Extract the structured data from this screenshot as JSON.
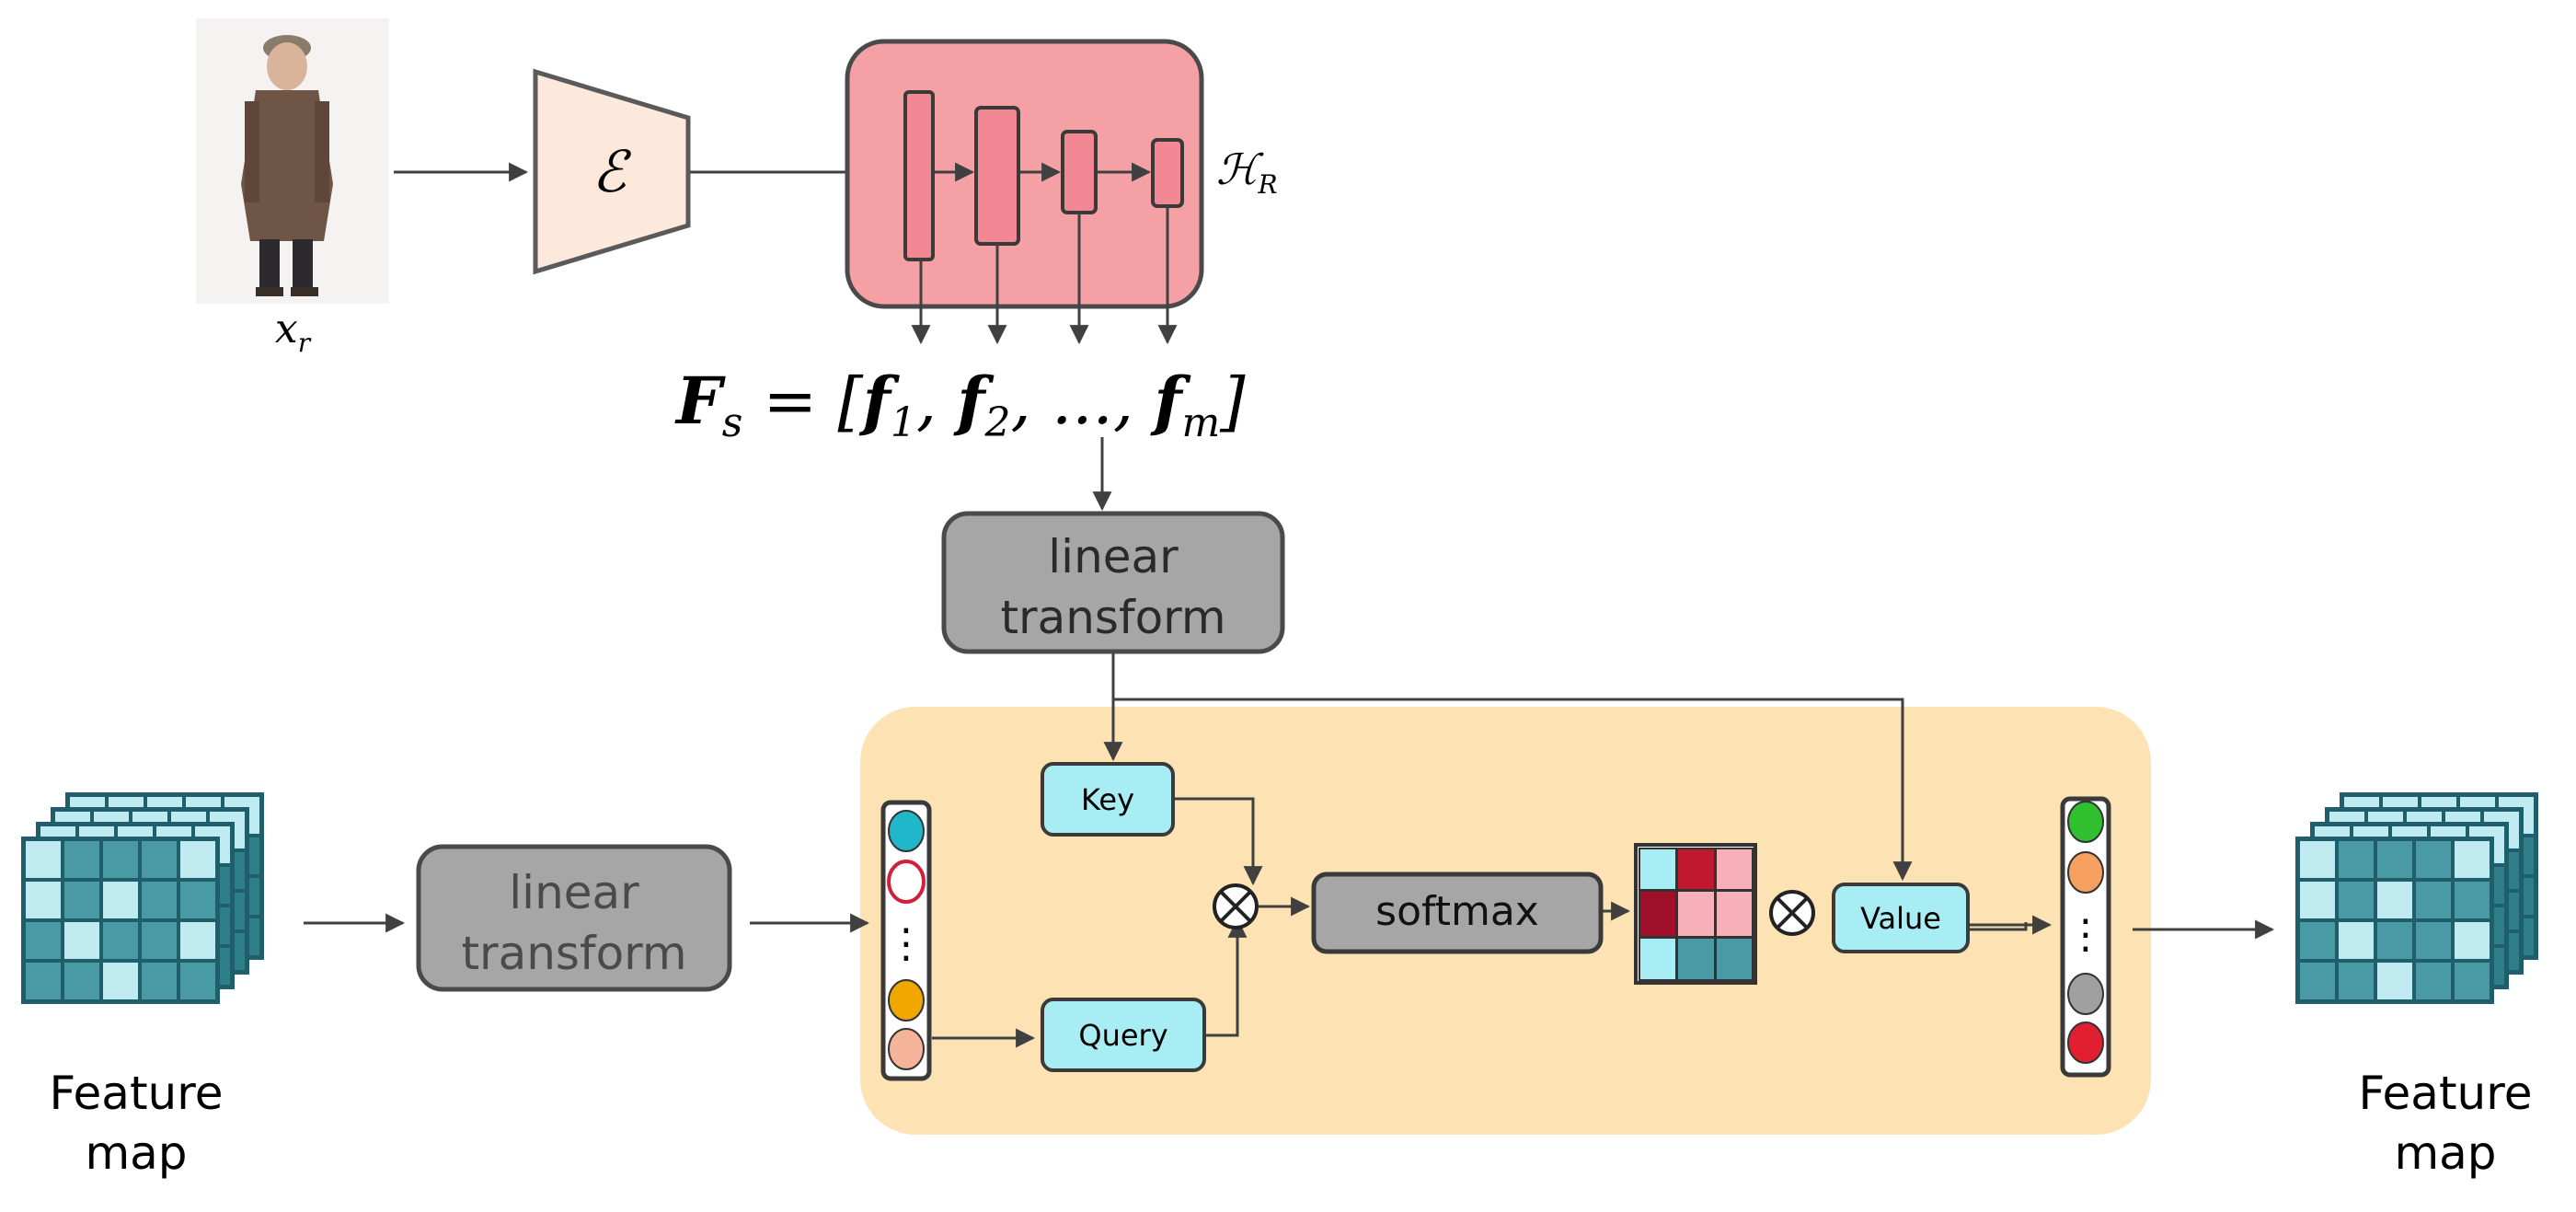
{
  "input": {
    "label": "x_r",
    "label_main": "x",
    "label_sub": "r"
  },
  "encoder": {
    "symbol": "ℰ"
  },
  "hierarchy": {
    "label_main": "ℋ",
    "label_sub": "R"
  },
  "features_formula": {
    "lhs": "F",
    "lhs_sub": "s",
    "eq": " = [",
    "f": "f",
    "sub1": "1",
    "sub2": "2",
    "subm": "m",
    "sep": ", ",
    "dots": "...",
    "close": "]"
  },
  "linear_transform_top": {
    "line1": "linear",
    "line2": "transform"
  },
  "linear_transform_left": {
    "line1": "linear",
    "line2": "transform"
  },
  "attention": {
    "key_label": "Key",
    "query_label": "Query",
    "value_label": "Value",
    "softmax_label": "softmax",
    "token_dots": "⋮"
  },
  "feature_map_in": {
    "line1": "Feature",
    "line2": "map"
  },
  "feature_map_out": {
    "line1": "Feature",
    "line2": "map"
  },
  "colors": {
    "encoder_fill": "#fde9dc",
    "hierarchy_fill": "#f4a0a5",
    "hierarchy_bar": "#f28894",
    "gray_box": "#a6a6a6",
    "attention_bg": "#fde3b4",
    "cyan_box": "#a8ecf4",
    "feature_cell": "#4a9aa6",
    "feature_dark": "#1f5e6b",
    "arrow": "#404040"
  }
}
